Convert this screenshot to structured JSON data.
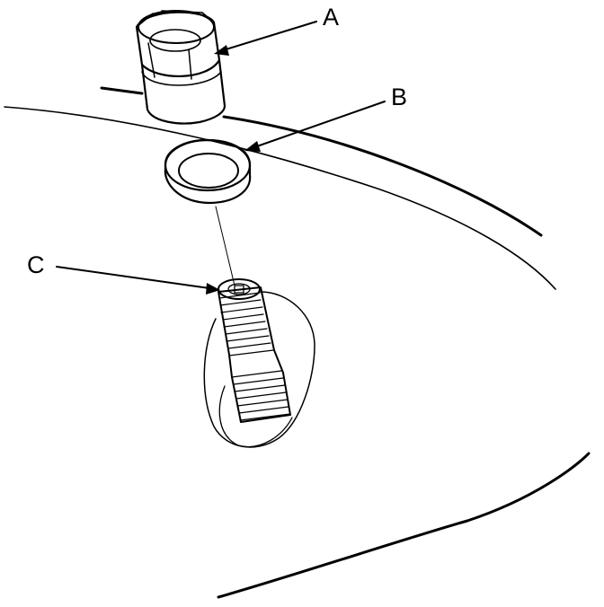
{
  "callouts": {
    "a": {
      "label": "A"
    },
    "b": {
      "label": "B"
    },
    "c": {
      "label": "C"
    }
  },
  "colors": {
    "stroke": "#000000",
    "background": "#ffffff"
  }
}
